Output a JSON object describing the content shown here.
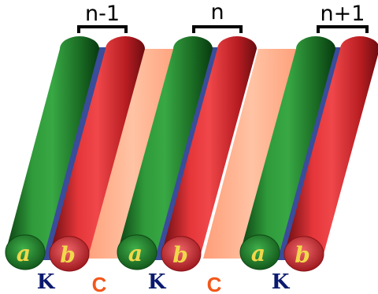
{
  "diagram": {
    "top_labels": [
      "n-1",
      "n",
      "n+1"
    ],
    "rod_labels": [
      "a",
      "b",
      "a",
      "b",
      "a",
      "b"
    ],
    "bottom_k_label": "K",
    "bottom_c_label": "C",
    "colors": {
      "green_rod": "#1e7a2a",
      "red_rod": "#d8252b",
      "blue_band": "#3a4c9a",
      "salmon_band": "#ffb08a",
      "ab_text": "#f1d84a",
      "k_text": "#0b1a6e",
      "c_text": "#f2571a"
    }
  }
}
